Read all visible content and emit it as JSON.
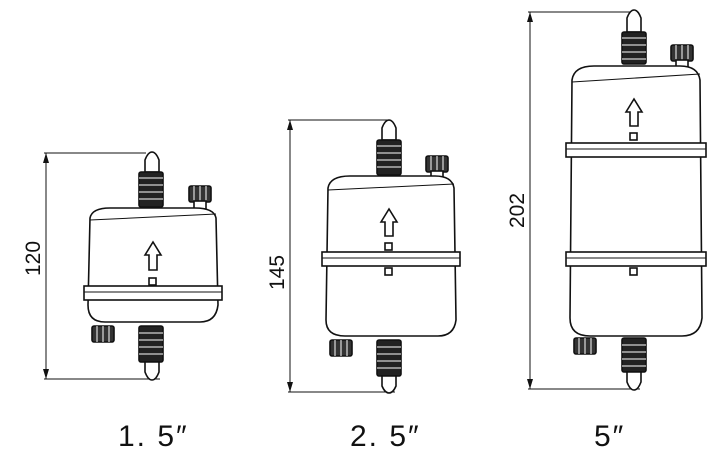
{
  "filters": [
    {
      "size_label": "1. 5″",
      "height_label": "120"
    },
    {
      "size_label": "2. 5″",
      "height_label": "145"
    },
    {
      "size_label": "5″",
      "height_label": "202"
    }
  ]
}
